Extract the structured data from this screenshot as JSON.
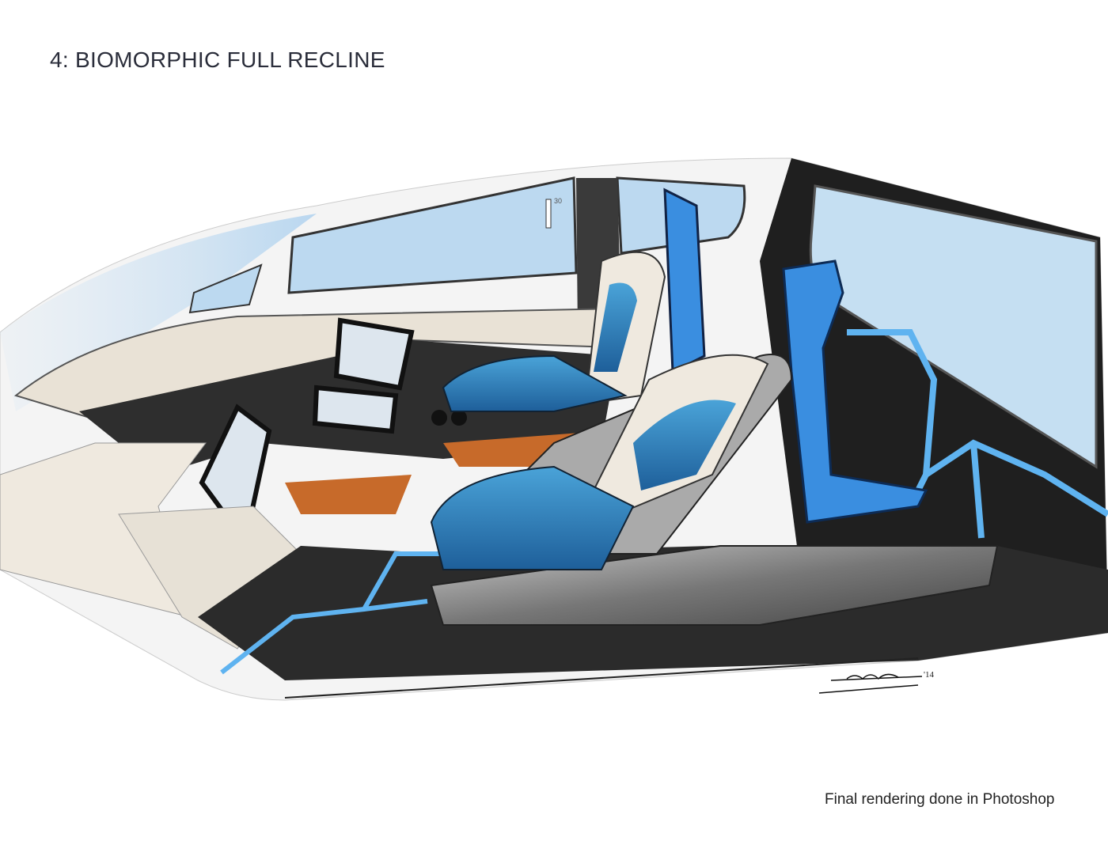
{
  "title": "4: BIOMORPHIC FULL RECLINE",
  "caption": "Final rendering done in Photoshop",
  "illustration": {
    "gauge_label": "30",
    "signature": "signature",
    "signature_year": "'14"
  },
  "colors": {
    "seat_blue": "#2f7fc4",
    "frame_blue": "#3a8ee0",
    "window_blue": "#bcd9f0",
    "interior_dark": "#2b2b2b",
    "wood": "#c76a2a",
    "cream": "#efe9df"
  }
}
